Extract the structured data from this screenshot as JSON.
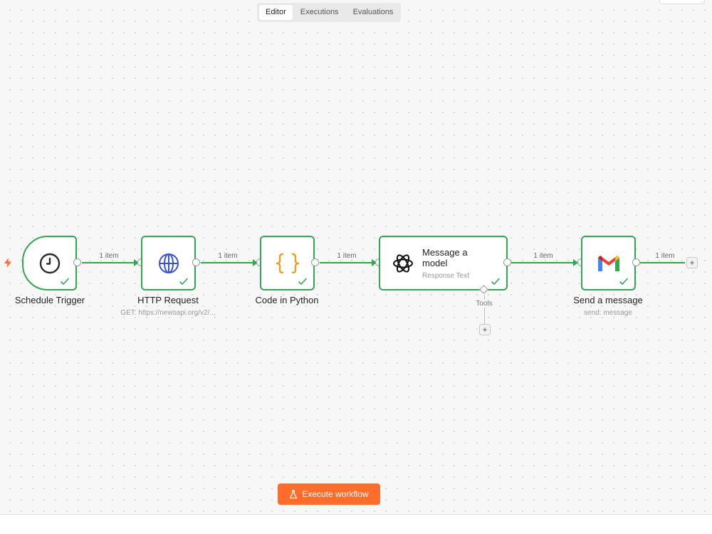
{
  "tabs": [
    {
      "label": "Editor",
      "active": true
    },
    {
      "label": "Executions",
      "active": false
    },
    {
      "label": "Evaluations",
      "active": false
    }
  ],
  "nodes": {
    "schedule": {
      "title": "Schedule Trigger",
      "icon": "clock-icon"
    },
    "http": {
      "title": "HTTP Request",
      "subtitle": "GET: https://newsapi.org/v2/...",
      "icon": "globe-icon"
    },
    "code": {
      "title": "Code in Python",
      "icon": "curly-braces-icon"
    },
    "model": {
      "title": "Message a model",
      "subtitle": "Response Text",
      "icon": "openai-icon",
      "tools_label": "Tools"
    },
    "gmail": {
      "title": "Send a message",
      "subtitle": "send: message",
      "icon": "gmail-icon"
    }
  },
  "edges": [
    {
      "label": "1 item"
    },
    {
      "label": "1 item"
    },
    {
      "label": "1 item"
    },
    {
      "label": "1 item"
    },
    {
      "label": "1 item"
    }
  ],
  "execute_button": {
    "label": "Execute workflow",
    "icon": "flask-icon"
  },
  "colors": {
    "success": "#2fa84f",
    "accent": "#ff6d2b",
    "trigger_bolt": "#ff6d2b"
  }
}
